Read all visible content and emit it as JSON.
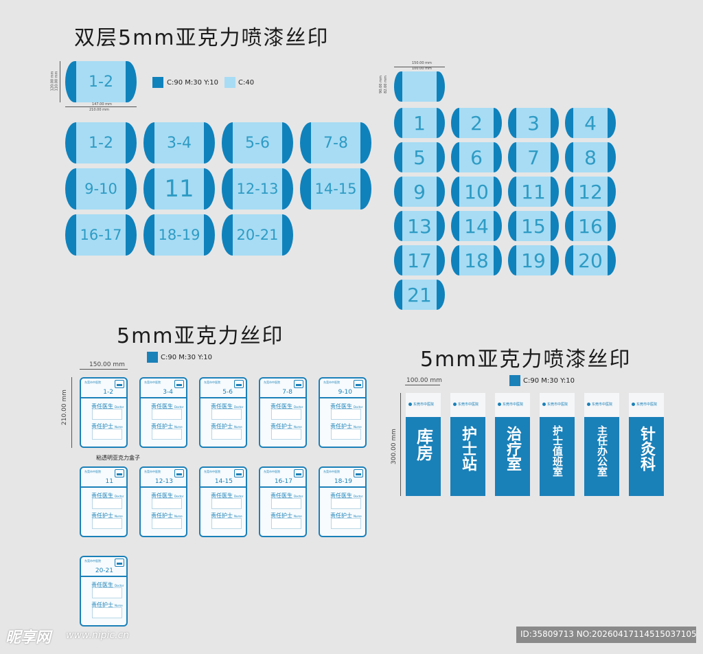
{
  "titles": {
    "t1": "双层5mm亚克力喷漆丝印",
    "t2": "5mm亚克力丝印",
    "t3": "5mm亚克力喷漆丝印"
  },
  "colors": {
    "dark_blue": "#0f82bc",
    "light_blue": "#a7dcf4",
    "card_blue": "#1a80b8",
    "background": "#e6e6e7"
  },
  "swatches": {
    "dark": "C:90 M:30 Y:10",
    "light": "C:40"
  },
  "dims": {
    "sign_w_total": "210.00 mm",
    "sign_w_inner": "147.00 mm",
    "sign_h_total": "120.00 mm",
    "sign_h_inner": "110.00 mm",
    "small_w_total": "150.00 mm",
    "small_w_inner": "100.00 mm",
    "small_h_total": "90.00 mm",
    "small_h_inner": "82.00 mm",
    "card_w": "150.00 mm",
    "card_h": "210.00 mm",
    "vsign_w": "100.00 mm",
    "vsign_h": "300.00 mm"
  },
  "room_labels": [
    "1-2",
    "3-4",
    "5-6",
    "7-8",
    "9-10",
    "11",
    "12-13",
    "14-15",
    "16-17",
    "18-19",
    "20-21"
  ],
  "sample_label": "1-2",
  "numbers": [
    "1",
    "2",
    "3",
    "4",
    "5",
    "6",
    "7",
    "8",
    "9",
    "10",
    "11",
    "12",
    "13",
    "14",
    "15",
    "16",
    "17",
    "18",
    "19",
    "20",
    "21"
  ],
  "card": {
    "hospital": "东莞市中医院",
    "doctor_cn": "责任医生",
    "doctor_en": "Doctor",
    "nurse_cn": "责任护士",
    "nurse_en": "Nurse",
    "note": "粘透明亚克力盒子"
  },
  "vertical_signs": [
    "库房",
    "护士站",
    "治疗室",
    "护士值班室",
    "主任办公室",
    "针灸科"
  ],
  "watermark": {
    "logo": "昵享网",
    "url": "www.nipic.cn",
    "id": "ID:35809713 NO:20260417114515037105"
  }
}
